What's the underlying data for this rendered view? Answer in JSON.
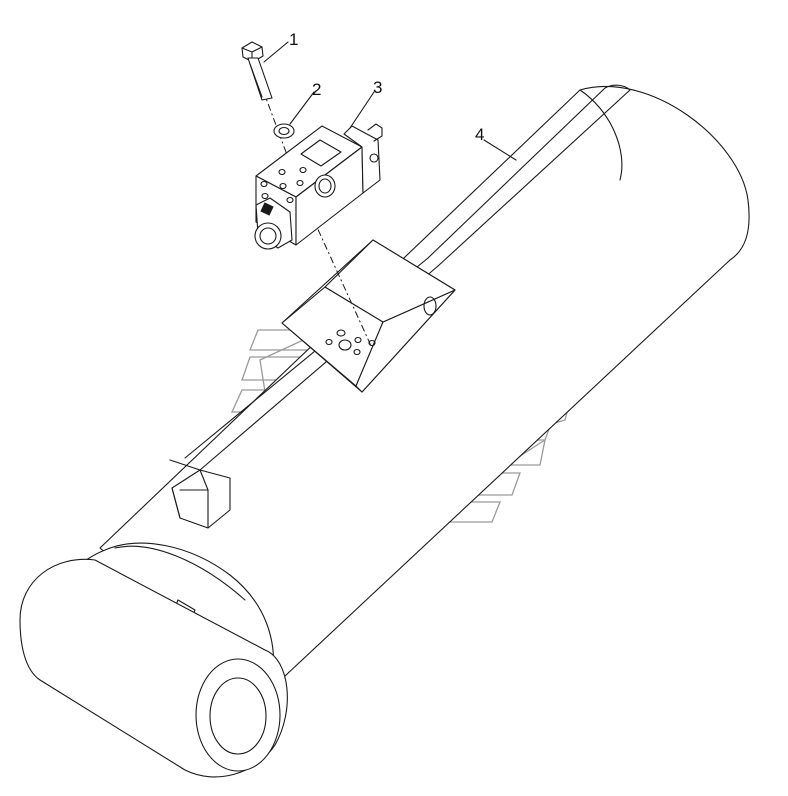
{
  "callouts": [
    {
      "id": "1",
      "label": "1"
    },
    {
      "id": "2",
      "label": "2"
    },
    {
      "id": "3",
      "label": "3"
    },
    {
      "id": "4",
      "label": "4"
    }
  ],
  "parts": [
    "bolt",
    "washer",
    "valve-block",
    "hydraulic-cylinder"
  ],
  "colors": {
    "line": "#1a1a1a",
    "watermark": "#9a9a9a",
    "background": "#ffffff"
  }
}
